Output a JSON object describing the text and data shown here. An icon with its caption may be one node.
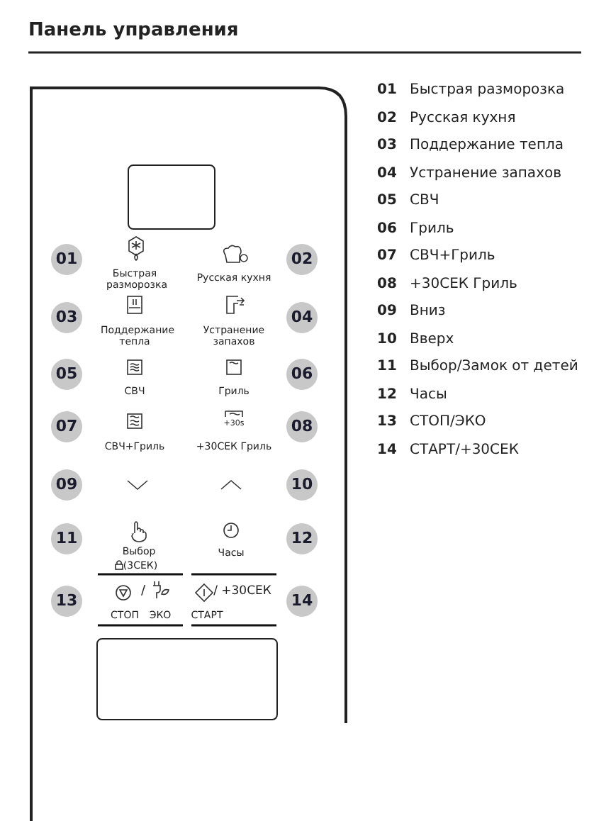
{
  "diagram": {
    "title": "Панель управления",
    "nodes": [
      {
        "text": [],
        "shape": "box"
      },
      {
        "text": [
          "01"
        ]
      },
      {
        "text": [
          "02"
        ]
      },
      {
        "text": [
          "03"
        ]
      },
      {
        "text": [
          "04"
        ]
      },
      {
        "text": [
          "05"
        ]
      },
      {
        "text": [
          "06"
        ]
      },
      {
        "text": [
          "07"
        ]
      },
      {
        "text": [
          "08"
        ]
      },
      {
        "text": [
          "09"
        ]
      },
      {
        "text": [
          "10"
        ]
      },
      {
        "text": [
          "11"
        ]
      },
      {
        "text": [
          "12"
        ]
      },
      {
        "text": [
          "13"
        ]
      },
      {
        "text": [
          "14"
        ]
      },
      {
        "text": [],
        "shape": "box"
      }
    ],
    "labels": [
      "Быстрая разморозка",
      "Русская кухня",
      "Поддержание тепла",
      "Устранение запахов",
      "СВЧ",
      "Гриль",
      "СВЧ+Гриль",
      "+30s",
      "+30СЕК Гриль",
      "Выбор",
      "(3СЕК)",
      "Часы",
      "/",
      "СТОП",
      "ЭКО",
      "/ +30СЕК",
      "СТАРТ",
      "01",
      "Быстрая разморозка",
      "02",
      "Русская кухня",
      "03",
      "Поддержание тепла",
      "04",
      "Устранение запахов",
      "05",
      "СВЧ",
      "06",
      "Гриль",
      "07",
      "СВЧ+Гриль",
      "08",
      "+30СЕК Гриль",
      "09",
      "Вниз",
      "10",
      "Вверх",
      "11",
      "Выбор/Замок от детей",
      "12",
      "Часы",
      "13",
      "СТОП/ЭКО",
      "14",
      "СТАРТ/+30СЕК"
    ]
  }
}
